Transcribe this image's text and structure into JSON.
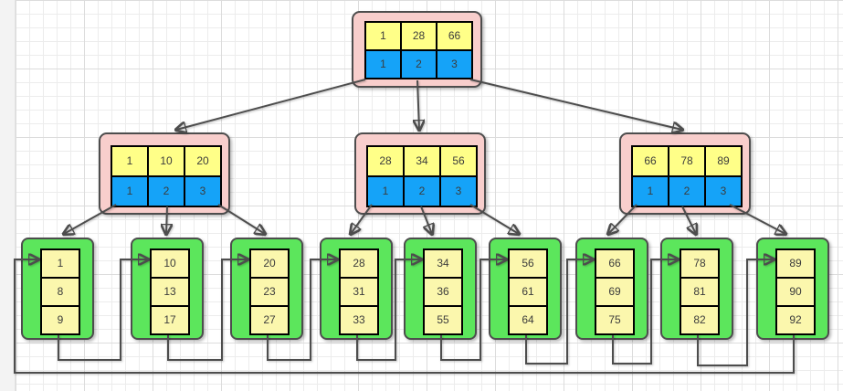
{
  "diagram": {
    "type": "b-plus-tree",
    "root": {
      "keys": [
        "1",
        "28",
        "66"
      ],
      "pointers": [
        "1",
        "2",
        "3"
      ]
    },
    "internal_nodes": [
      {
        "keys": [
          "1",
          "10",
          "20"
        ],
        "pointers": [
          "1",
          "2",
          "3"
        ]
      },
      {
        "keys": [
          "28",
          "34",
          "56"
        ],
        "pointers": [
          "1",
          "2",
          "3"
        ]
      },
      {
        "keys": [
          "66",
          "78",
          "89"
        ],
        "pointers": [
          "1",
          "2",
          "3"
        ]
      }
    ],
    "leaf_nodes": [
      {
        "records": [
          "1",
          "8",
          "9"
        ]
      },
      {
        "records": [
          "10",
          "13",
          "17"
        ]
      },
      {
        "records": [
          "20",
          "23",
          "27"
        ]
      },
      {
        "records": [
          "28",
          "31",
          "33"
        ]
      },
      {
        "records": [
          "34",
          "36",
          "55"
        ]
      },
      {
        "records": [
          "56",
          "61",
          "64"
        ]
      },
      {
        "records": [
          "66",
          "69",
          "75"
        ]
      },
      {
        "records": [
          "78",
          "81",
          "82"
        ]
      },
      {
        "records": [
          "89",
          "90",
          "92"
        ]
      }
    ],
    "colors": {
      "internal_container": "#F8CECC",
      "key_cell": "#FFFF88",
      "pointer_cell": "#15A3F8",
      "leaf_container": "#5CE65C",
      "record_cell": "#FBF7AD",
      "edge": "#4D4D4D"
    }
  }
}
